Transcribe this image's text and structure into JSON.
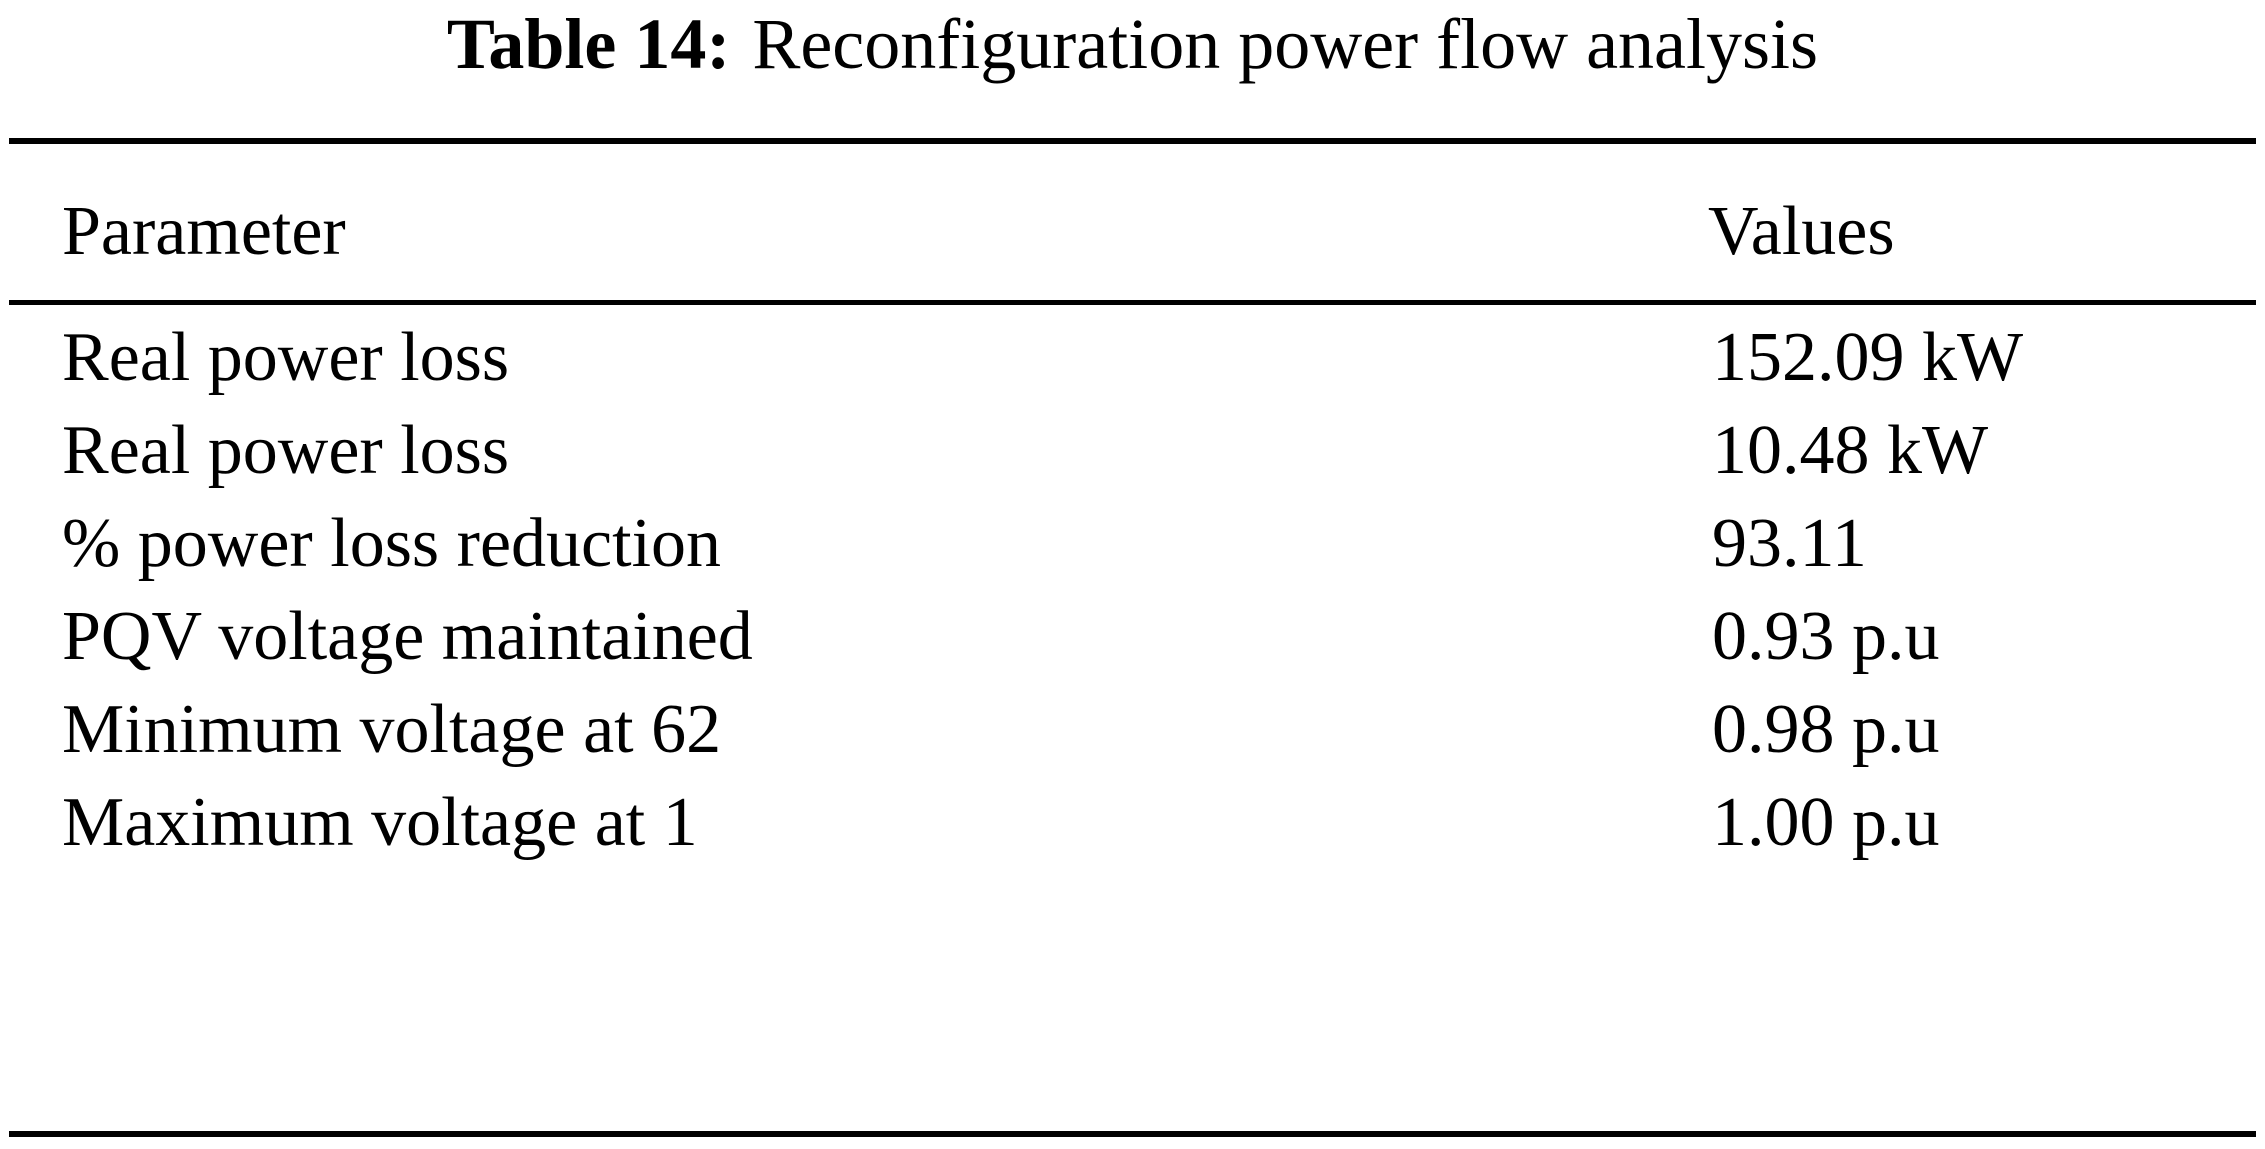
{
  "caption": {
    "label": "Table 14:",
    "text": "Reconfiguration power flow analysis"
  },
  "table": {
    "columns": [
      "Parameter",
      "Values"
    ],
    "rows": [
      {
        "parameter": "Real power loss",
        "value": "152.09 kW"
      },
      {
        "parameter": "Real power loss",
        "value": "10.48 kW"
      },
      {
        "parameter": "% power loss reduction",
        "value": "93.11"
      },
      {
        "parameter": "PQV voltage maintained",
        "value": "0.93 p.u"
      },
      {
        "parameter": "Minimum voltage at 62",
        "value": "0.98 p.u"
      },
      {
        "parameter": "Maximum voltage at 1",
        "value": "1.00 p.u"
      }
    ]
  },
  "colors": {
    "text": "#000000",
    "rule": "#000000",
    "background": "#ffffff"
  }
}
